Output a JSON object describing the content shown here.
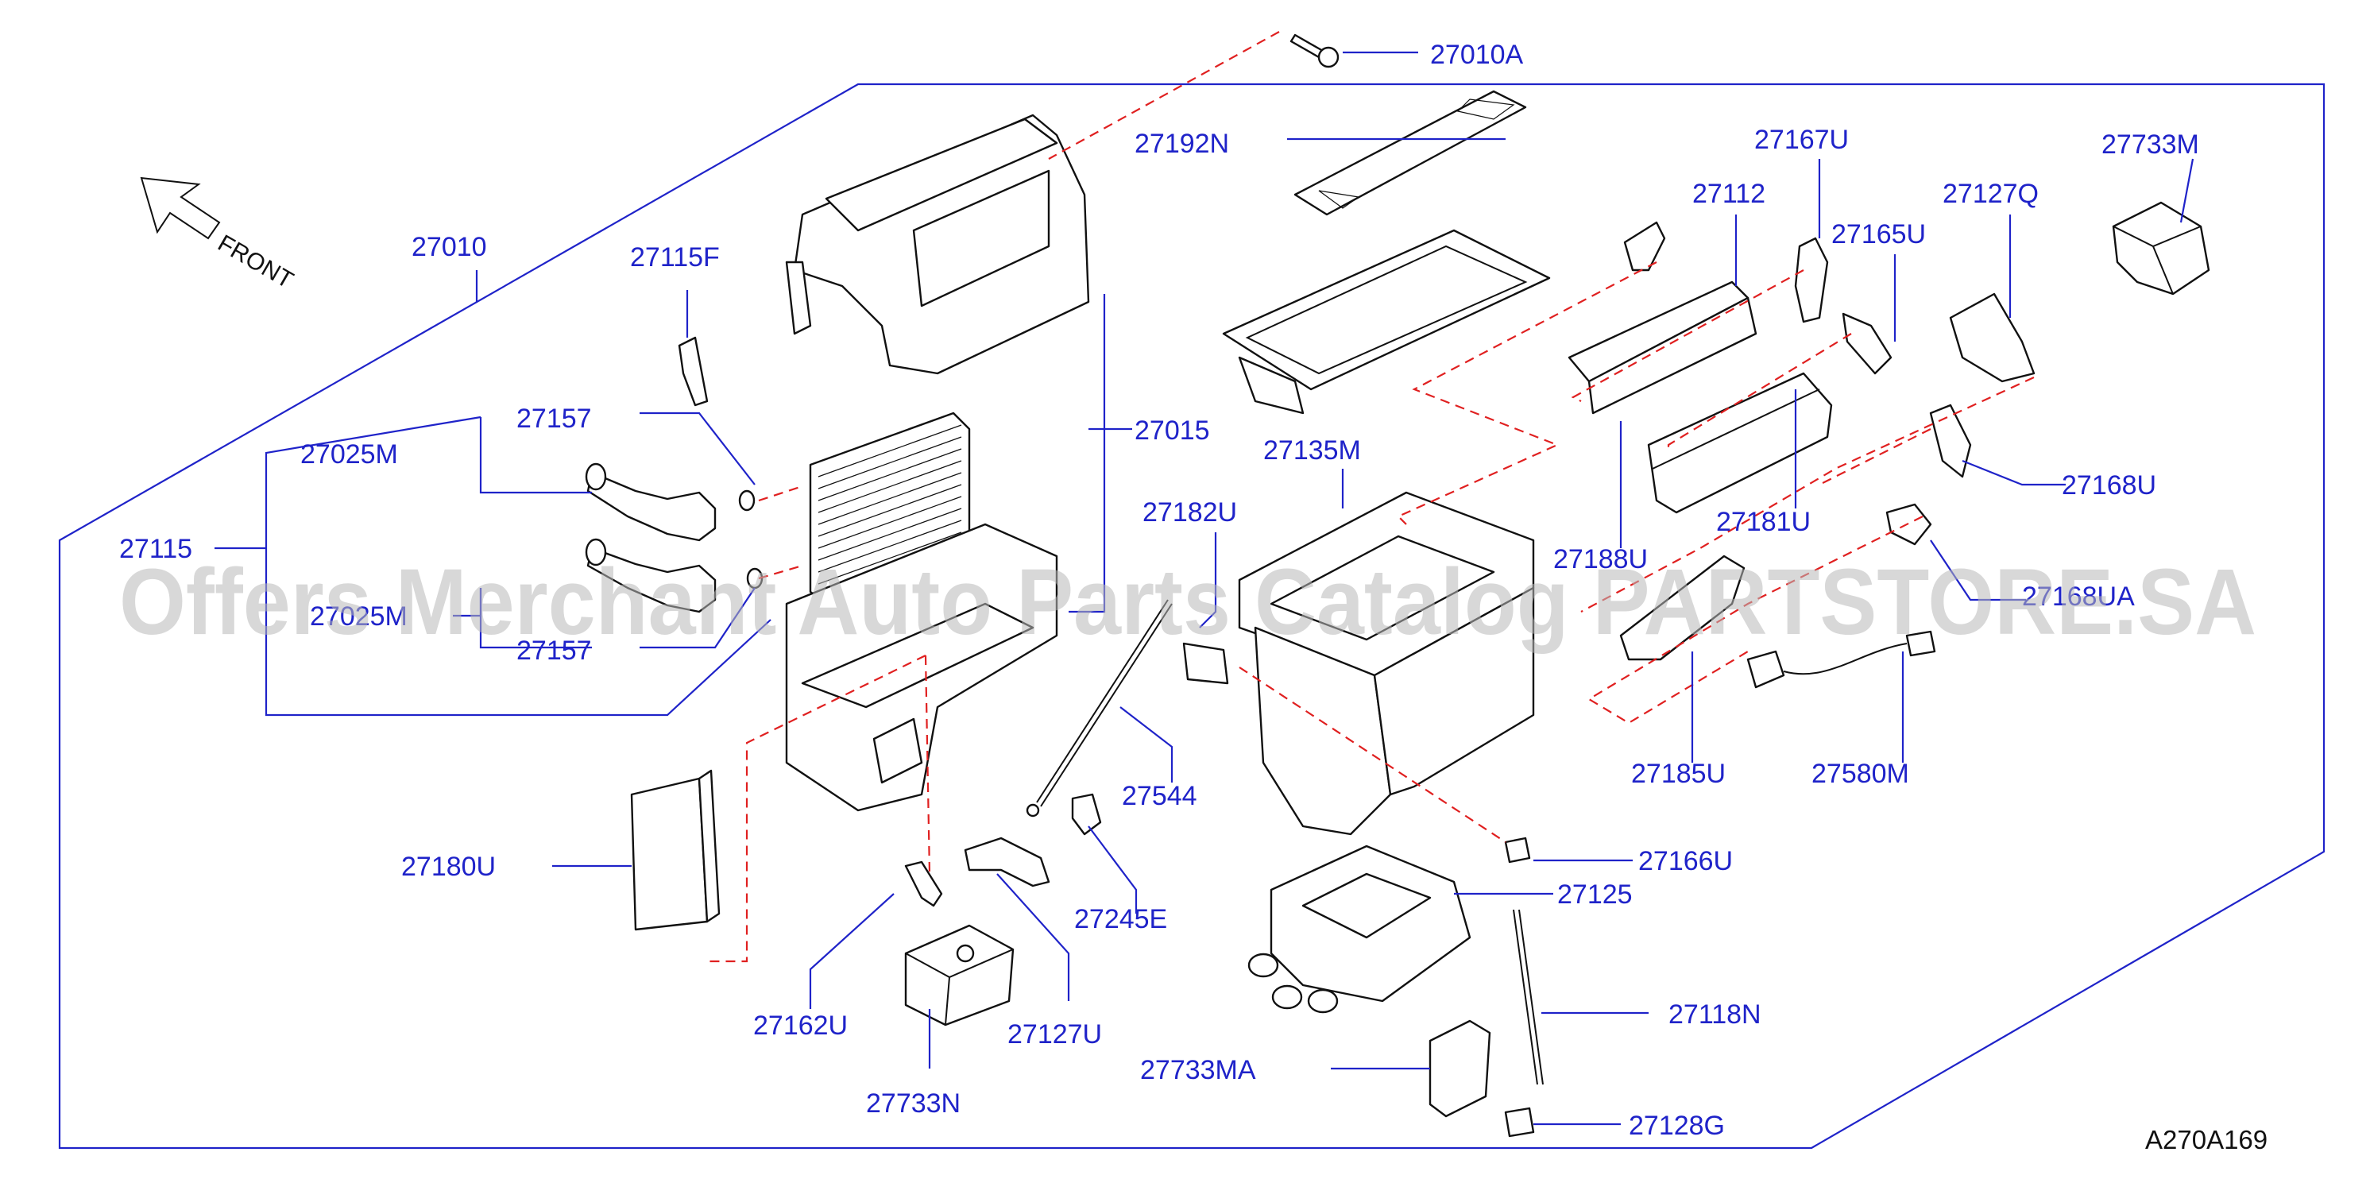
{
  "diagram": {
    "watermark": "Offers Merchant Auto Parts Catalog PARTSTORE.SA",
    "reference": "A270A169",
    "front_label": "FRONT",
    "parts": [
      {
        "id": "p1",
        "label": "27010A"
      },
      {
        "id": "p2",
        "label": "27192N"
      },
      {
        "id": "p3",
        "label": "27010"
      },
      {
        "id": "p4",
        "label": "27115F"
      },
      {
        "id": "p5",
        "label": "27157"
      },
      {
        "id": "p6",
        "label": "27025M"
      },
      {
        "id": "p7",
        "label": "27115"
      },
      {
        "id": "p8",
        "label": "27025M"
      },
      {
        "id": "p9",
        "label": "27157"
      },
      {
        "id": "p10",
        "label": "27015"
      },
      {
        "id": "p11",
        "label": "27135M"
      },
      {
        "id": "p12",
        "label": "27182U"
      },
      {
        "id": "p13",
        "label": "27112"
      },
      {
        "id": "p14",
        "label": "27167U"
      },
      {
        "id": "p15",
        "label": "27165U"
      },
      {
        "id": "p16",
        "label": "27127Q"
      },
      {
        "id": "p17",
        "label": "27733M"
      },
      {
        "id": "p18",
        "label": "27188U"
      },
      {
        "id": "p19",
        "label": "27181U"
      },
      {
        "id": "p20",
        "label": "27168U"
      },
      {
        "id": "p21",
        "label": "27168UA"
      },
      {
        "id": "p22",
        "label": "27185U"
      },
      {
        "id": "p23",
        "label": "27580M"
      },
      {
        "id": "p24",
        "label": "27544"
      },
      {
        "id": "p25",
        "label": "27166U"
      },
      {
        "id": "p26",
        "label": "27180U"
      },
      {
        "id": "p27",
        "label": "27245E"
      },
      {
        "id": "p28",
        "label": "27125"
      },
      {
        "id": "p29",
        "label": "27162U"
      },
      {
        "id": "p30",
        "label": "27127U"
      },
      {
        "id": "p31",
        "label": "27118N"
      },
      {
        "id": "p32",
        "label": "27733MA"
      },
      {
        "id": "p33",
        "label": "27733N"
      },
      {
        "id": "p34",
        "label": "27128G"
      }
    ]
  }
}
